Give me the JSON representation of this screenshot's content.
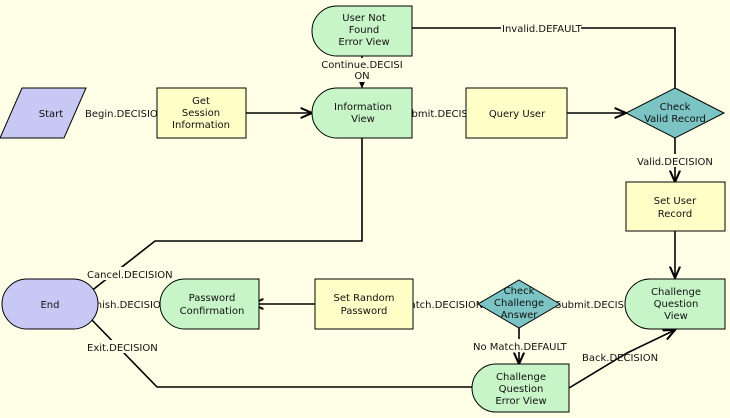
{
  "colors": {
    "background": "#ffffe8",
    "task": "#ffffc8",
    "view": "#c8f5c8",
    "decision": "#7cc4c4",
    "terminal": "#c8c8f5"
  },
  "nodes": {
    "start": [
      "Start"
    ],
    "get_session": [
      "Get",
      "Session",
      "Information"
    ],
    "info_view": [
      "Information",
      "View"
    ],
    "query_user": [
      "Query User"
    ],
    "check_valid": [
      "Check",
      "Valid Record"
    ],
    "user_not_found": [
      "User Not",
      "Found",
      "Error View"
    ],
    "set_user_record": [
      "Set User",
      "Record"
    ],
    "challenge_view": [
      "Challenge",
      "Question",
      "View"
    ],
    "check_challenge": [
      "Check",
      "Challenge",
      "Answer"
    ],
    "set_random_password": [
      "Set Random",
      "Password"
    ],
    "password_confirmation": [
      "Password",
      "Confirmation"
    ],
    "end": [
      "End"
    ],
    "challenge_error_view": [
      "Challenge",
      "Question",
      "Error View"
    ]
  },
  "edges": {
    "begin": [
      "Begin.DECISION"
    ],
    "submit": [
      "submit.DECISION"
    ],
    "invalid": [
      "Invalid.DEFAULT"
    ],
    "continue": [
      "Continue.DECISI",
      "ON"
    ],
    "valid": [
      "Valid.DECISION"
    ],
    "submit2": [
      "Submit.DECISION"
    ],
    "match": [
      "Match.DECISION"
    ],
    "no_match": [
      "No Match.DEFAULT"
    ],
    "back": [
      "Back.DECISION"
    ],
    "cancel": [
      "Cancel.DECISION"
    ],
    "finish": [
      "Finish.DECISION"
    ],
    "exit": [
      "Exit.DECISION"
    ]
  }
}
